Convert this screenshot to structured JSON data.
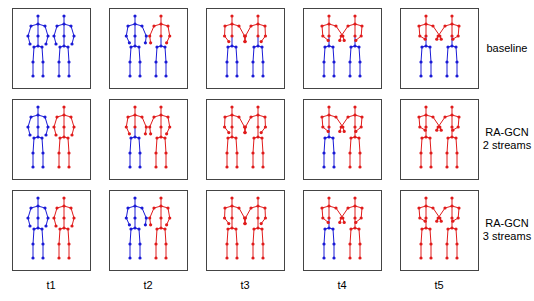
{
  "diagram": {
    "labels": [
      "baseline",
      "RA-GCN 2 streams",
      "RA-GCN 3 streams",
      "t1",
      "t2",
      "t3",
      "t4",
      "t5"
    ]
  }
}
